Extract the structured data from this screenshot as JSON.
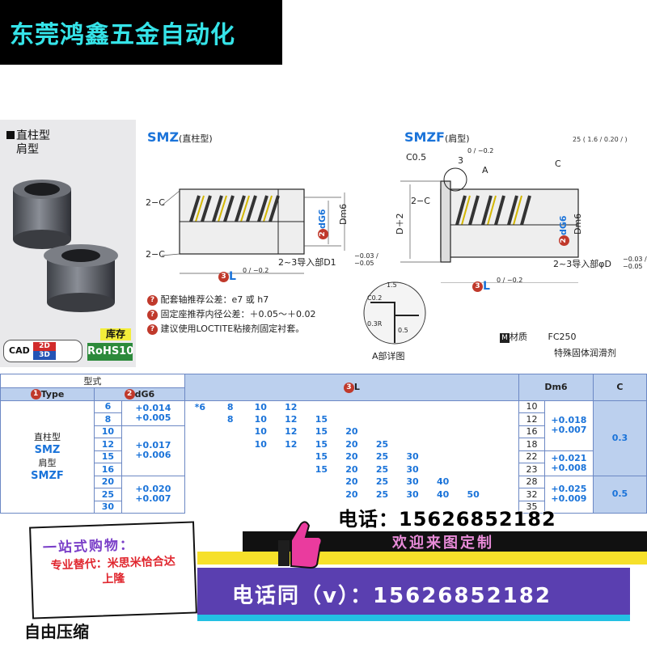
{
  "header": {
    "brand": "东莞鸿鑫五金自动化"
  },
  "product": {
    "category_line1": "直柱型",
    "category_line2": "肩型",
    "cad": "CAD",
    "cad_2d": "2D",
    "cad_3d": "3D",
    "stock": "库存",
    "rohs": "RoHS10"
  },
  "drawing": {
    "smz_title": "SMZ",
    "smz_sub": "(直柱型)",
    "smzf_title": "SMZF",
    "smzf_sub": "(肩型)",
    "chamfer_2c": "2−C",
    "chamfer_2c_b": "2−C",
    "chamfer_2c_c": "2−C",
    "dg6": "dG6",
    "dm6": "Dm6",
    "dm6_b": "Dm6",
    "dg6_b": "dG6",
    "smz_guide": "2~3导入部D1",
    "smz_guide_tol": "−0.03 / −0.05",
    "smzf_guide": "2~3导入部φD",
    "smzf_guide_tol": "−0.03 / −0.05",
    "l_label": "L",
    "l_tol": "0 / −0.2",
    "l_label_b": "L",
    "l_tol_b": "0 / −0.2",
    "d_plus2": "D＋2",
    "c05": "C0.5",
    "three": "3",
    "three_tol": "0 / −0.2",
    "a_mark": "A",
    "c_mark": "C",
    "detail_c02": "C0.2",
    "detail_15": "1.5",
    "detail_03r": "0.3R",
    "detail_05": "0.5",
    "detail_title": "A部详图",
    "roughness": "25 ( 1.6 / 0.20 / )",
    "note1": "配套轴推荐公差：e7 或 h7",
    "note2": "固定座推荐内径公差：＋0.05～＋0.02",
    "note3": "建议使用LOCTITE粘接剂固定衬套。",
    "material_label": "材质",
    "material_value": "FC250",
    "material_desc": "特殊固体润滑剂"
  },
  "table": {
    "h_model": "型式",
    "h_type": "Type",
    "h_dg6": "dG6",
    "h_l": "L",
    "h_dm6": "Dm6",
    "h_c": "C",
    "type_smz_cn": "直柱型",
    "type_smz": "SMZ",
    "type_smzf_cn": "肩型",
    "type_smzf": "SMZF",
    "rows": [
      {
        "d": "6",
        "L": [
          "*6",
          "8",
          "10",
          "12",
          "",
          "",
          "",
          "",
          "",
          "",
          ""
        ],
        "D": "10"
      },
      {
        "d": "8",
        "L": [
          "",
          "8",
          "10",
          "12",
          "15",
          "",
          "",
          "",
          "",
          "",
          ""
        ],
        "D": "12"
      },
      {
        "d": "10",
        "L": [
          "",
          "",
          "10",
          "12",
          "15",
          "20",
          "",
          "",
          "",
          "",
          ""
        ],
        "D": "16"
      },
      {
        "d": "12",
        "L": [
          "",
          "",
          "10",
          "12",
          "15",
          "20",
          "25",
          "",
          "",
          "",
          ""
        ],
        "D": "18"
      },
      {
        "d": "15",
        "L": [
          "",
          "",
          "",
          "",
          "15",
          "20",
          "25",
          "30",
          "",
          "",
          ""
        ],
        "D": "22"
      },
      {
        "d": "16",
        "L": [
          "",
          "",
          "",
          "",
          "15",
          "20",
          "25",
          "30",
          "",
          "",
          ""
        ],
        "D": "23"
      },
      {
        "d": "20",
        "L": [
          "",
          "",
          "",
          "",
          "",
          "20",
          "25",
          "30",
          "40",
          "",
          ""
        ],
        "D": "28"
      },
      {
        "d": "25",
        "L": [
          "",
          "",
          "",
          "",
          "",
          "20",
          "25",
          "30",
          "40",
          "50",
          ""
        ],
        "D": "32"
      },
      {
        "d": "30",
        "L": [
          "",
          "",
          "",
          "",
          "",
          "",
          "",
          "",
          "",
          "",
          ""
        ],
        "D": "35"
      }
    ],
    "dg6_tol": [
      "+0.014\n+0.005",
      "+0.017\n+0.006",
      "+0.020\n+0.007"
    ],
    "dm6_tol": [
      "+0.018\n+0.007",
      "+0.021\n+0.008",
      "+0.025\n+0.009"
    ],
    "c_values": [
      "0.3",
      "0.5"
    ]
  },
  "promo": {
    "phone1": "电话：15626852182",
    "welcome": "欢迎来图定制",
    "card_title": "一站式购物：",
    "card_body": "专业替代：米思米恰合达上隆",
    "phone2": "电话同（v）：15626852182",
    "bottom": "自由压缩"
  }
}
